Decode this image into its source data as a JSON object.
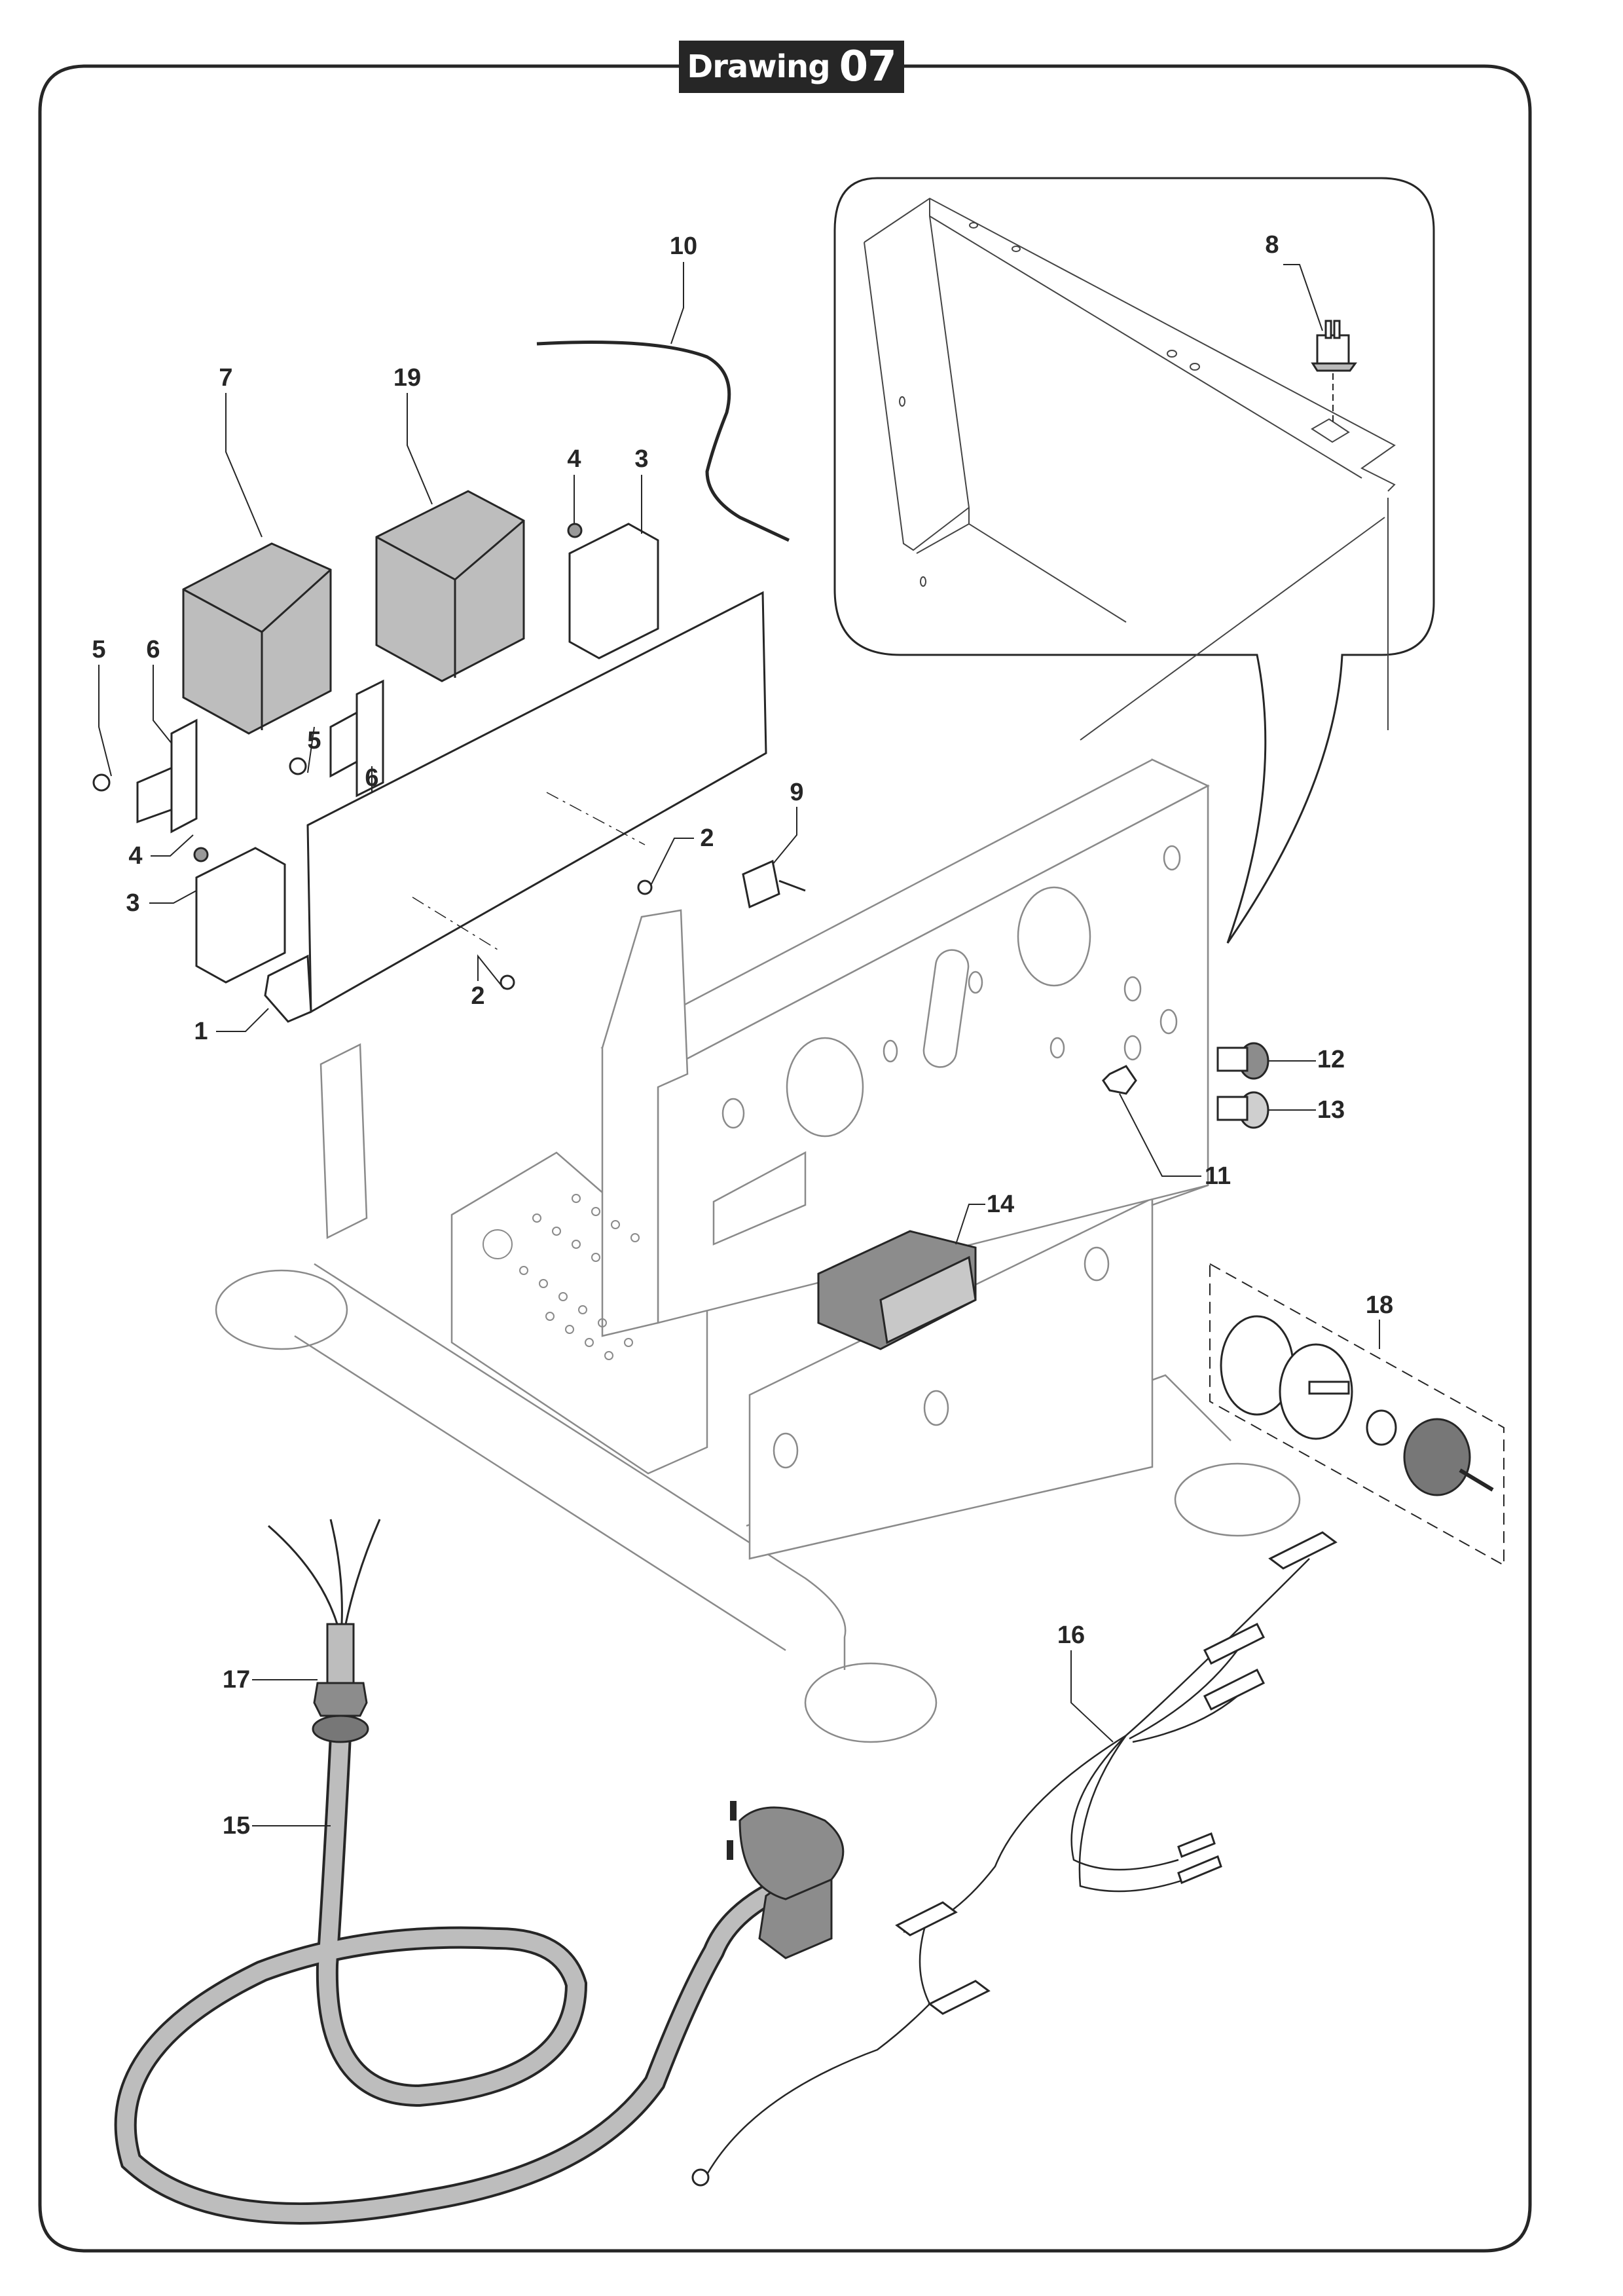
{
  "title": {
    "word": "Drawing",
    "number": "07"
  },
  "callouts": [
    {
      "id": "c10",
      "label": "10",
      "part": "probe-cable"
    },
    {
      "id": "c7",
      "label": "7",
      "part": "relay-box-left"
    },
    {
      "id": "c19",
      "label": "19",
      "part": "relay-box-right"
    },
    {
      "id": "c4a",
      "label": "4",
      "part": "nut-upper"
    },
    {
      "id": "c3a",
      "label": "3",
      "part": "contactor-upper"
    },
    {
      "id": "c8",
      "label": "8",
      "part": "rocker-switch"
    },
    {
      "id": "c5a",
      "label": "5",
      "part": "screw-left"
    },
    {
      "id": "c6a",
      "label": "6",
      "part": "bracket-left"
    },
    {
      "id": "c5b",
      "label": "5",
      "part": "screw-middle"
    },
    {
      "id": "c6b",
      "label": "6",
      "part": "bracket-middle"
    },
    {
      "id": "c4b",
      "label": "4",
      "part": "nut-lower"
    },
    {
      "id": "c3b",
      "label": "3",
      "part": "contactor-lower"
    },
    {
      "id": "c9",
      "label": "9",
      "part": "micro-switch"
    },
    {
      "id": "c2a",
      "label": "2",
      "part": "screw-upper"
    },
    {
      "id": "c2b",
      "label": "2",
      "part": "screw-lower"
    },
    {
      "id": "c1",
      "label": "1",
      "part": "mounting-plate"
    },
    {
      "id": "c12",
      "label": "12",
      "part": "indicator-lamp-dark"
    },
    {
      "id": "c13",
      "label": "13",
      "part": "indicator-lamp-light"
    },
    {
      "id": "c11",
      "label": "11",
      "part": "cable-gland-nut"
    },
    {
      "id": "c14",
      "label": "14",
      "part": "control-display"
    },
    {
      "id": "c18",
      "label": "18",
      "part": "thermostat-knob-assembly"
    },
    {
      "id": "c16",
      "label": "16",
      "part": "wiring-harness"
    },
    {
      "id": "c17",
      "label": "17",
      "part": "cable-gland"
    },
    {
      "id": "c15",
      "label": "15",
      "part": "power-cord"
    }
  ],
  "colors": {
    "ink": "#262626",
    "part_fill_dark": "#8c8c8c",
    "part_fill_mid": "#bdbdbd",
    "part_fill_light": "#d9d9d9",
    "frame_ghost": "#9a9a9a"
  }
}
